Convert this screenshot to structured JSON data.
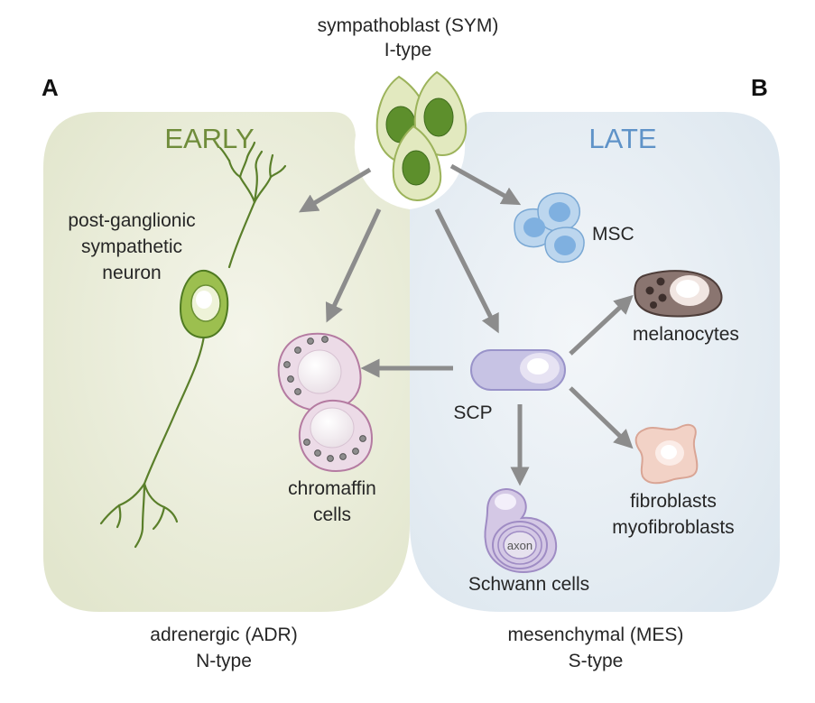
{
  "top_label": {
    "line1": "sympathoblast (SYM)",
    "line2": "I-type"
  },
  "panels": {
    "a": {
      "letter": "A",
      "phase": "EARLY",
      "footer_line1": "adrenergic (ADR)",
      "footer_line2": "N-type"
    },
    "b": {
      "letter": "B",
      "phase": "LATE",
      "footer_line1": "mesenchymal (MES)",
      "footer_line2": "S-type"
    }
  },
  "cells": {
    "neuron": {
      "line1": "post-ganglionic",
      "line2": "sympathetic",
      "line3": "neuron"
    },
    "chromaffin": {
      "line1": "chromaffin",
      "line2": "cells"
    },
    "msc": "MSC",
    "melanocytes": "melanocytes",
    "scp": "SCP",
    "fibroblasts": {
      "line1": "fibroblasts",
      "line2": "myofibroblasts"
    },
    "schwann": "Schwann cells",
    "axon": "axon"
  },
  "colors": {
    "early_panel": "#e6e9d3",
    "late_panel": "#e3ebf1",
    "early_text": "#6f8c3a",
    "late_text": "#5f93c8",
    "arrow": "#8c8c8c"
  }
}
